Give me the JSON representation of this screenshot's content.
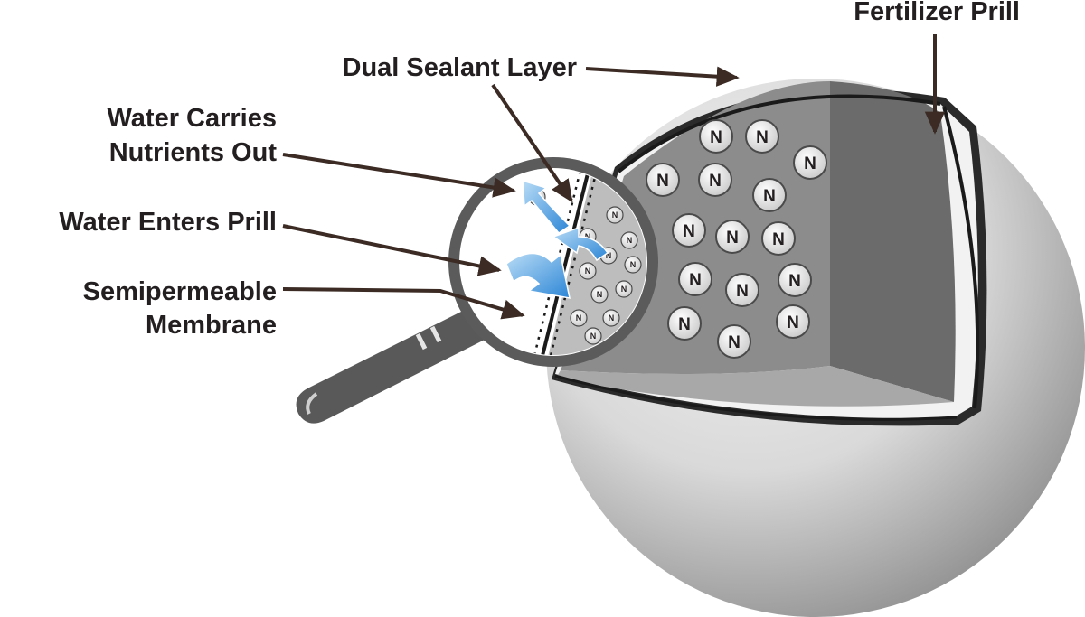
{
  "labels": {
    "fertilizer_prill": "Fertilizer Prill",
    "dual_sealant_layer": "Dual Sealant Layer",
    "water_carries_1": "Water Carries",
    "water_carries_2": "Nutrients Out",
    "water_enters": "Water Enters Prill",
    "semipermeable_1": "Semipermeable",
    "semipermeable_2": "Membrane"
  },
  "nutrient_symbol": "N",
  "colors": {
    "text": "#231f20",
    "arrow_line": "#3b2b24",
    "sphere_light": "#e6e6e6",
    "sphere_dark": "#9a9a9a",
    "interior_face": "#8a8a8a",
    "interior_wall": "#6d6d6d",
    "magnifier": "#5b5b5b",
    "water_arrow": "#4a9ee0"
  }
}
